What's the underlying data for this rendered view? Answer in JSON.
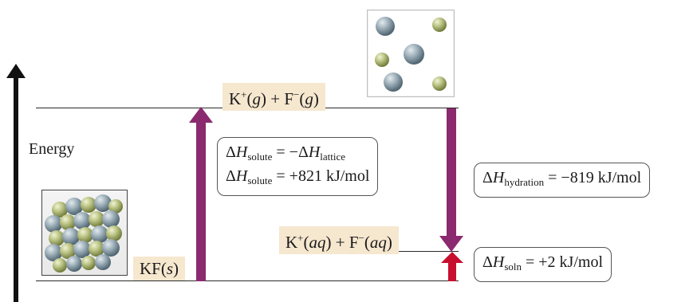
{
  "energy_label": "Energy",
  "level_gas": {
    "parts": [
      "K",
      "+",
      "(",
      "g",
      ") + F",
      "−",
      "(",
      "g",
      ")"
    ]
  },
  "level_aq": {
    "parts": [
      "K",
      "+",
      "(",
      "aq",
      ") + F",
      "−",
      "(",
      "aq",
      ")"
    ]
  },
  "level_solid": {
    "parts": [
      "KF(",
      "s",
      ")"
    ]
  },
  "box_solute": {
    "line1": {
      "delta": "Δ",
      "H": "H",
      "sub1": "solute",
      "mid": " = −Δ",
      "H2": "H",
      "sub2": "lattice"
    },
    "line2": {
      "delta": "Δ",
      "H": "H",
      "sub1": "solute",
      "rest": " = +821 kJ/mol"
    }
  },
  "box_hydration": {
    "delta": "Δ",
    "H": "H",
    "sub": "hydration",
    "rest": " = −819 kJ/mol"
  },
  "box_soln": {
    "delta": "Δ",
    "H": "H",
    "sub": "soln",
    "rest": " = +2 kJ/mol"
  },
  "colors": {
    "purple_arrow": "#8b2a6e",
    "red_arrow": "#c8102e",
    "axis_arrow": "#111111",
    "label_bg": "#f6e7cf",
    "k_ion": "#8fa3ad",
    "f_ion": "#b3bd7e"
  },
  "icons": [
    "kf-crystal-lattice-image",
    "gaseous-ions-image"
  ]
}
